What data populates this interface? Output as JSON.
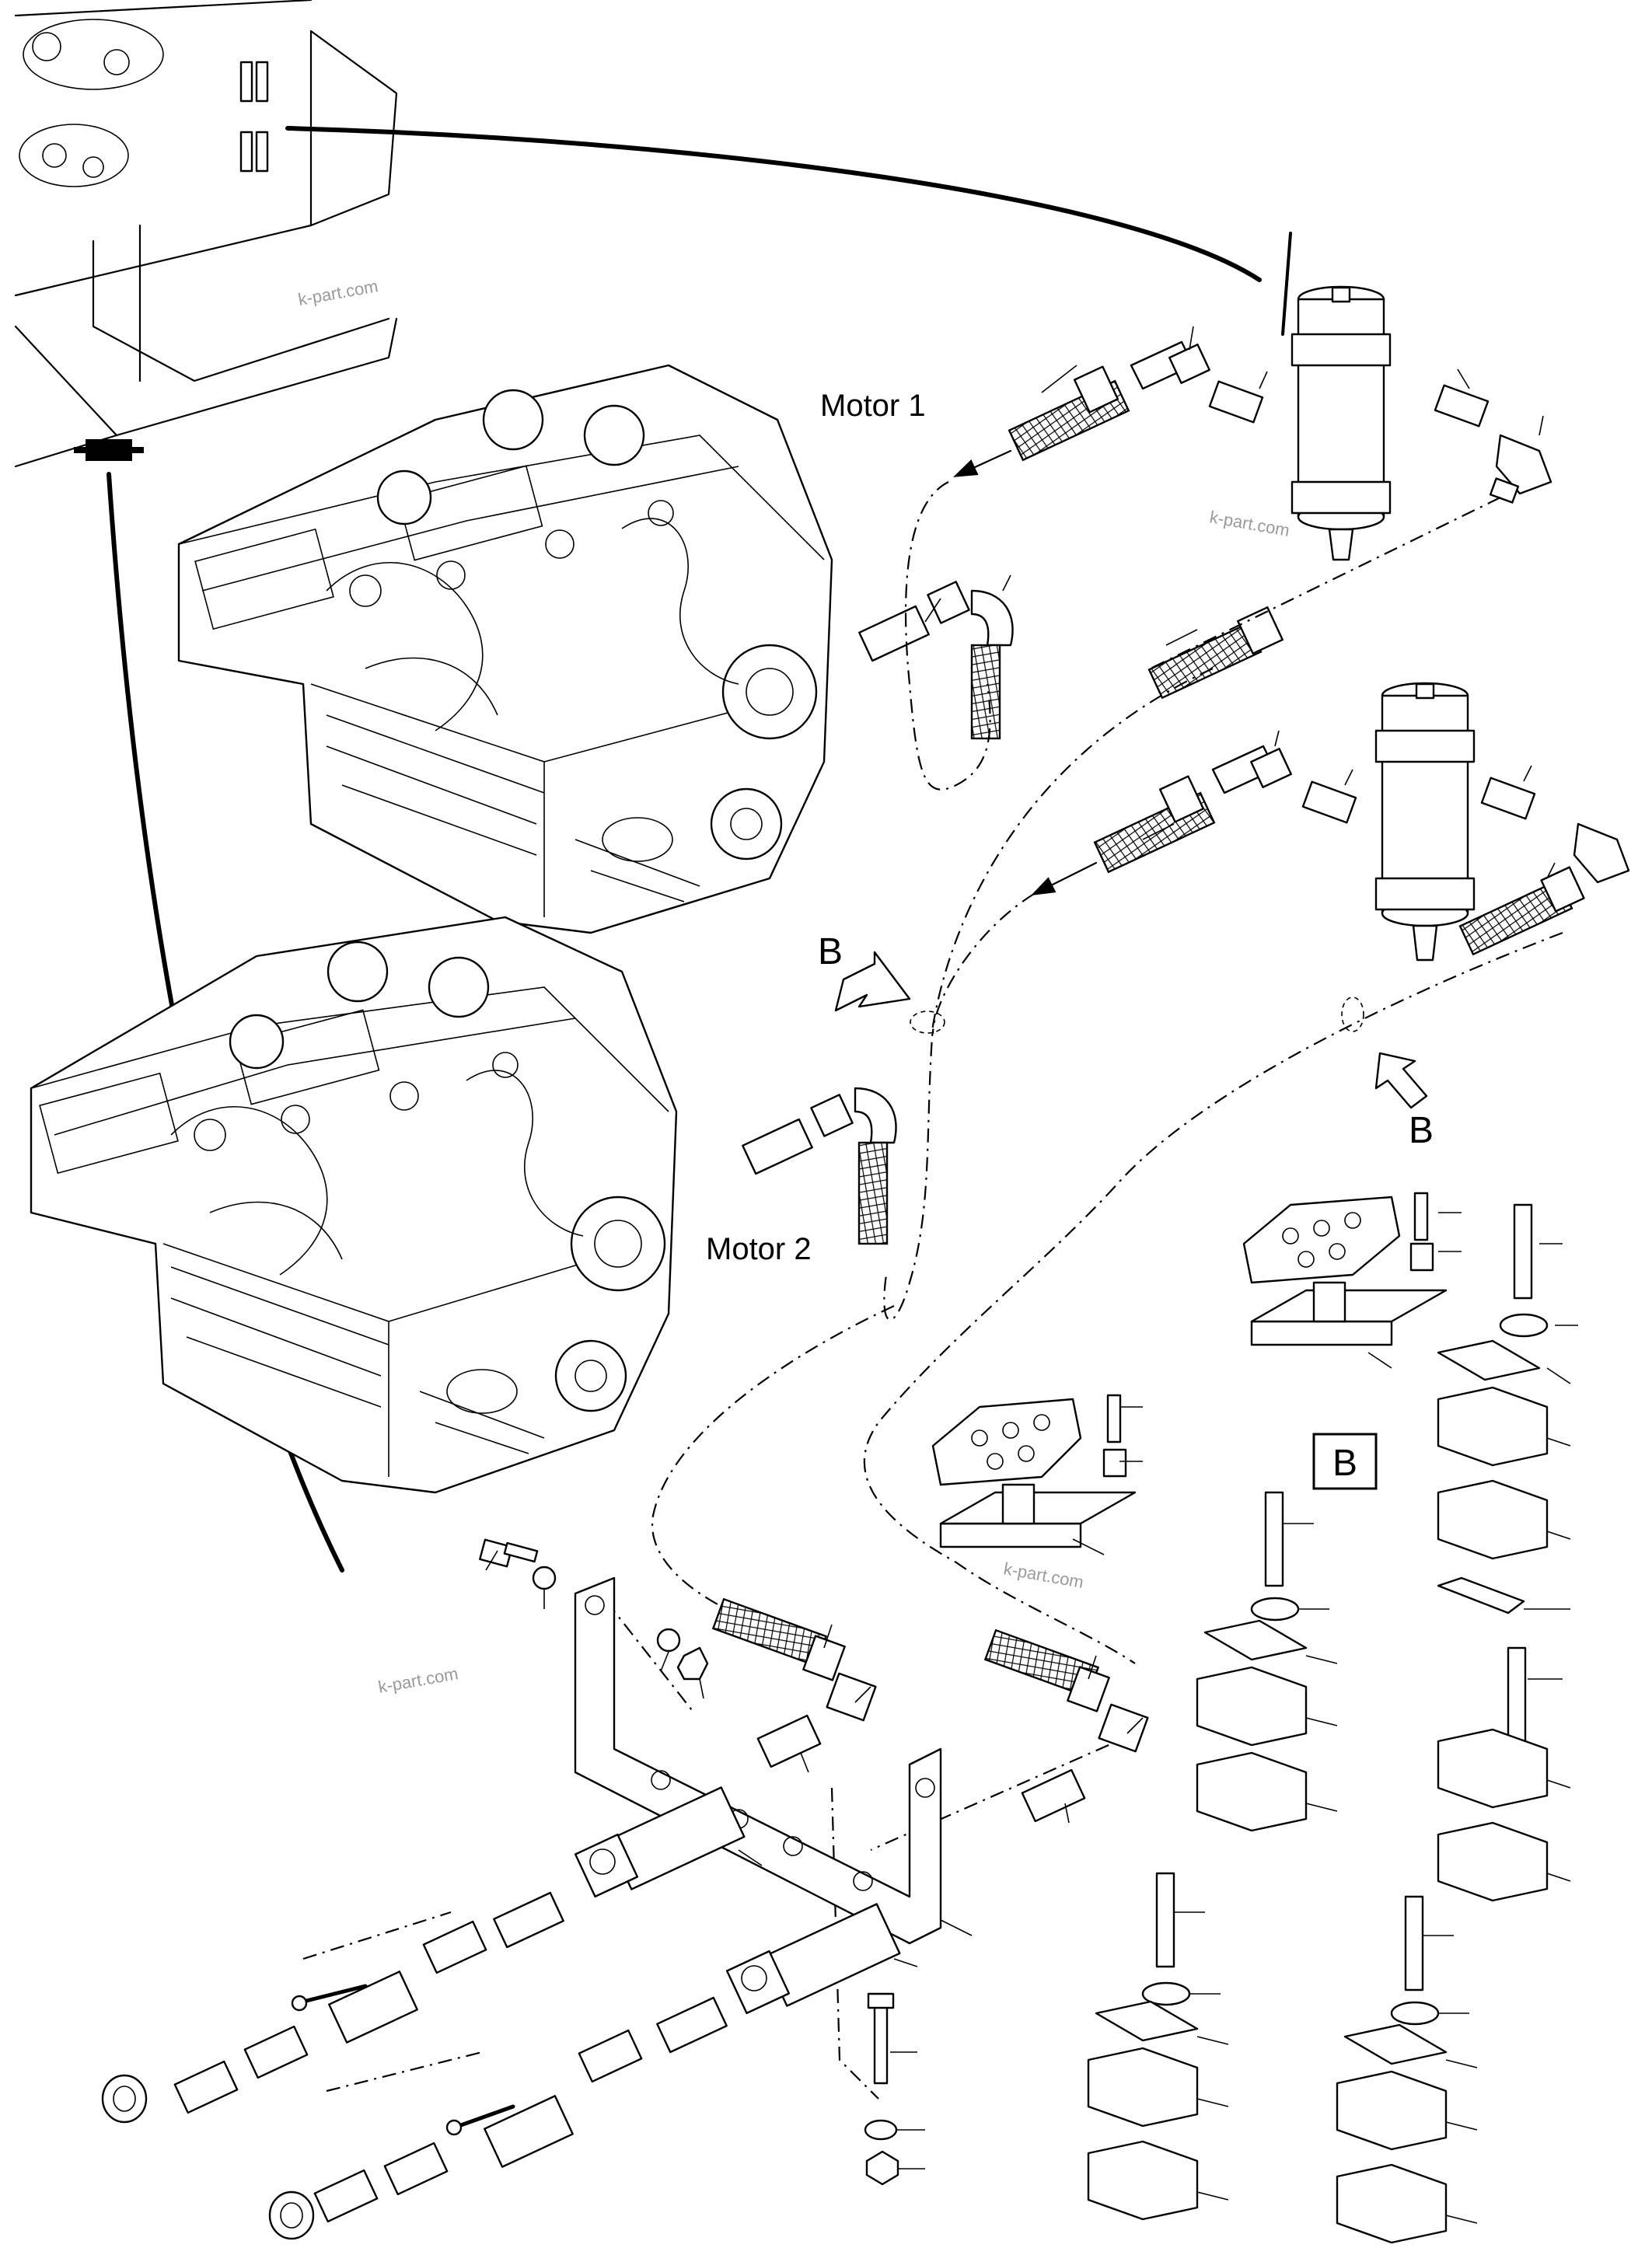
{
  "labels": {
    "motor1": "Motor 1",
    "motor2": "Motor 2",
    "detail_b_top": "B",
    "detail_b_right": "B",
    "detail_b_box": "B"
  },
  "watermarks": [
    "k-part.com",
    "k-part.com",
    "k-part.com",
    "k-part.com"
  ]
}
